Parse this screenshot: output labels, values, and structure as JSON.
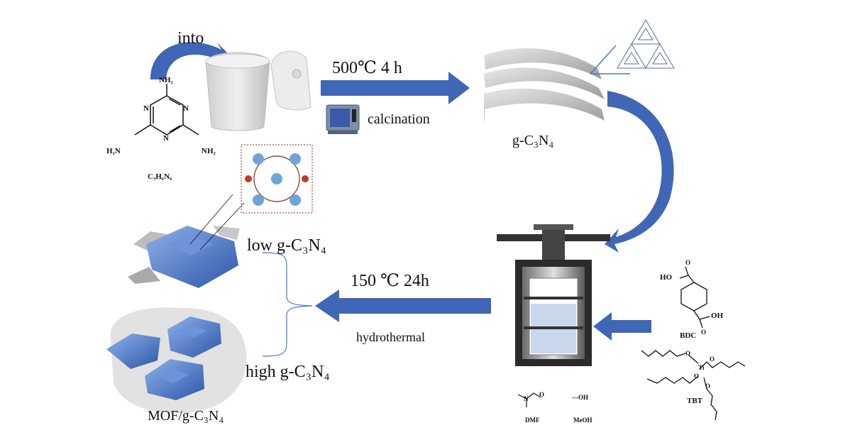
{
  "labels": {
    "into": "into",
    "temp_time_1": "500℃    4 h",
    "calcination": "calcination",
    "gcn": "g-C₃N₄",
    "melamine_formula": "C₃H₆N₆",
    "low": "low g-C₃N₄",
    "high": "high g-C₃N₄",
    "temp_time_2": "150 ℃   24h",
    "hydrothermal": "hydrothermal",
    "product": "MOF/g-C₃N₄",
    "bdc": "BDC",
    "tbt": "TBT",
    "dmf": "DMF",
    "meoh": "MeOH",
    "nh2": "NH₂",
    "h2n": "H₂N",
    "n": "N",
    "ho": "HO",
    "oh": "OH",
    "o": "O",
    "ti": "Ti",
    "neg_oh": "—OH"
  },
  "colors": {
    "arrow_blue": "#3f67b5",
    "crystal_blue": "#4a79cc",
    "crucible_gray": "#d9d9d9",
    "reactor_dark": "#222222",
    "liquid": "#c9d8ec"
  }
}
